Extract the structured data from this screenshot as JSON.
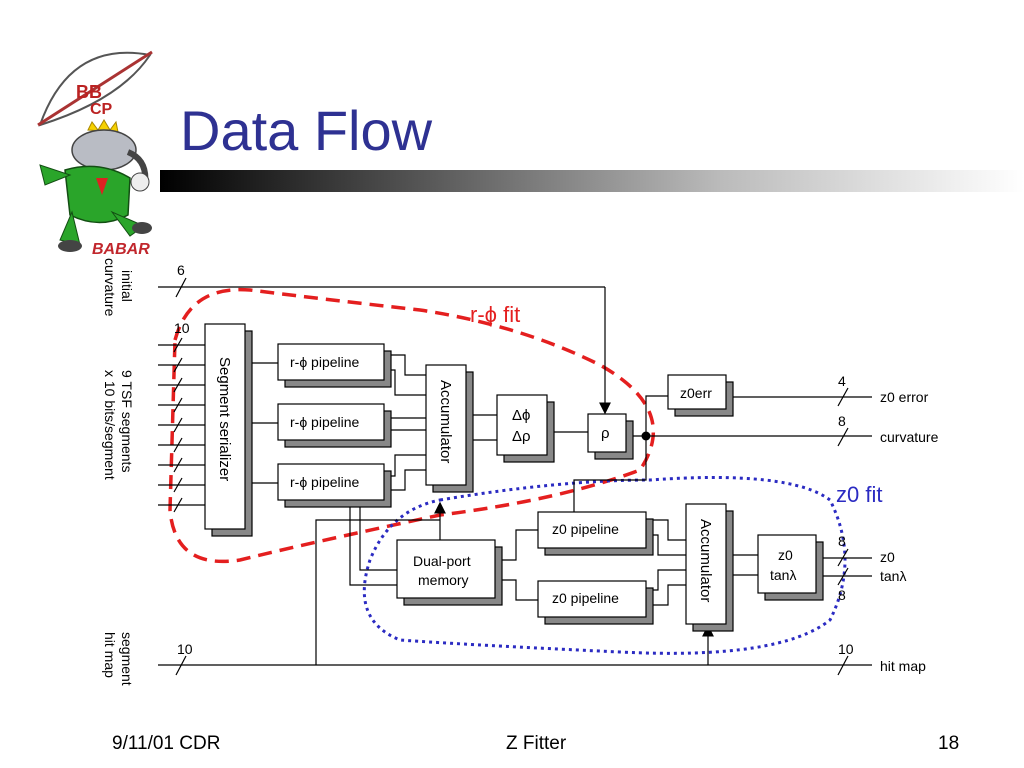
{
  "slide": {
    "title": "Data Flow",
    "footer_left": "9/11/01 CDR",
    "footer_center": "Z Fitter",
    "footer_right": "18"
  },
  "logo": {
    "flag_text_1": "BB",
    "flag_text_2": "CP",
    "banner_text": "BABAR"
  },
  "diagram": {
    "input_labels": {
      "initial_curvature_1": "initial",
      "initial_curvature_2": "curvature",
      "tsf_segments_1": "9 TSF segments",
      "tsf_segments_2": "x 10 bits/segment",
      "hit_map_1": "segment",
      "hit_map_2": "hit map"
    },
    "bus_widths": {
      "curvature_in": "6",
      "segments_in": "10",
      "hitmap_in": "10",
      "z0_error_out": "4",
      "curvature_out": "8",
      "z0_out": "8",
      "tan_out": "8",
      "hitmap_out": "10"
    },
    "blocks": {
      "segment_serializer": "Segment serializer",
      "rphi_pipeline": "r-ϕ pipeline",
      "accumulator": "Accumulator",
      "delta_phi": "Δϕ",
      "delta_rho": "Δρ",
      "rho": "ρ",
      "z0_err": "z0err",
      "dual_port_1": "Dual-port",
      "dual_port_2": "memory",
      "z0_pipeline": "z0 pipeline",
      "z0_out_1": "z0",
      "z0_out_2": "tanλ"
    },
    "outputs": {
      "z0_error": "z0 error",
      "curvature": "curvature",
      "z0": "z0",
      "tan_lambda": "tanλ",
      "hit_map": "hit map"
    },
    "regions": {
      "rphi_fit": "r-ϕ fit",
      "z0_fit": "z0 fit"
    },
    "colors": {
      "title": "#2e3192",
      "rphi_region": "#e41f1f",
      "z0_region": "#2b2bc2"
    }
  }
}
